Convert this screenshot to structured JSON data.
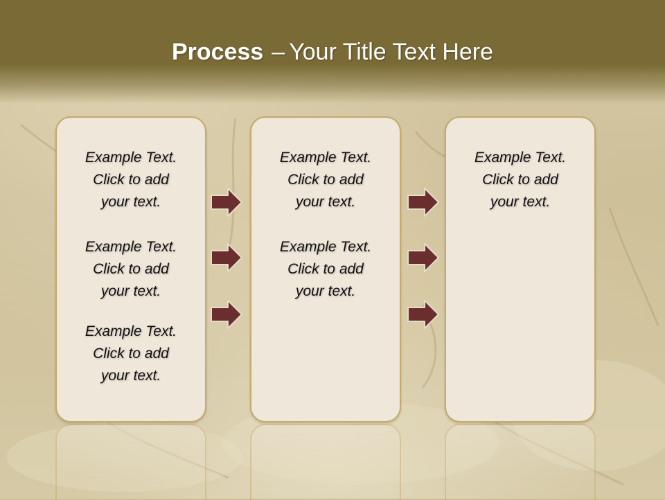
{
  "slide": {
    "title_bold": "Process",
    "title_separator": "–",
    "title_rest": "Your Title Text Here"
  },
  "columns": [
    {
      "blocks": [
        {
          "lines": [
            "Example Text.",
            "Click  to add",
            "your text."
          ]
        },
        {
          "lines": [
            "Example Text.",
            "Click  to add",
            "your text."
          ]
        },
        {
          "lines": [
            "Example Text.",
            "Click  to add",
            "your text."
          ]
        }
      ]
    },
    {
      "blocks": [
        {
          "lines": [
            "Example Text.",
            "Click  to add",
            "your text."
          ]
        },
        {
          "lines": [
            "Example Text.",
            "Click  to add",
            "your text."
          ]
        }
      ]
    },
    {
      "blocks": [
        {
          "lines": [
            "Example Text.",
            "Click  to add",
            "your text."
          ]
        }
      ]
    }
  ],
  "colors": {
    "header": "#7a6a35",
    "panel_fill": "#efe7da",
    "panel_border": "#c5a96a",
    "arrow_fill": "#6b2e2e",
    "arrow_outline": "#e6dccb"
  },
  "arrows": {
    "icon": "right-arrow-icon",
    "count_per_gap": 3
  }
}
